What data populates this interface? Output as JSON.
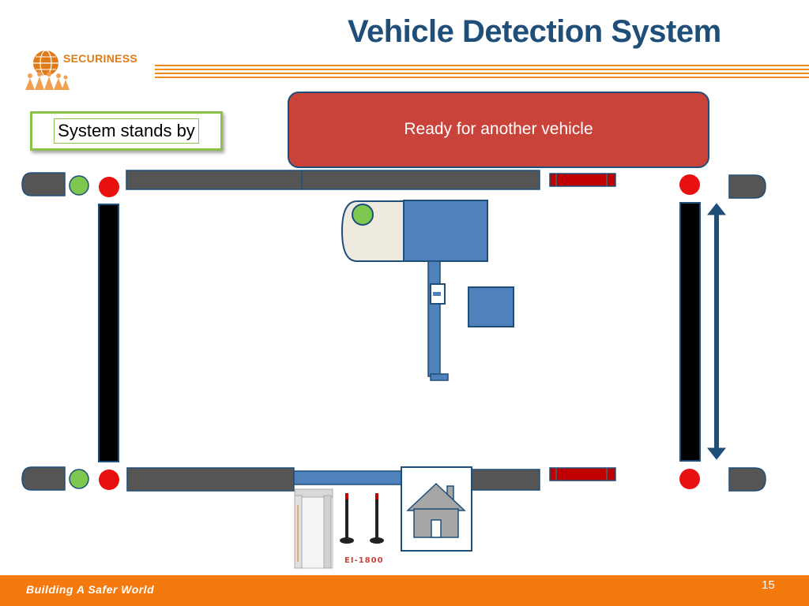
{
  "header": {
    "title": "Vehicle Detection System",
    "logo_text": "SECURINESS",
    "accent_color": "#f08a1c",
    "title_color": "#1f4e79"
  },
  "status": {
    "text": "System stands by",
    "border_color": "#8bc34a"
  },
  "message": {
    "text": "Ready for another vehicle",
    "color": "#c9433a"
  },
  "diagram": {
    "signal_lights": {
      "green": "#7ec850",
      "red": "#e8110f"
    },
    "barrier_color": "#555555",
    "vehicle_color": "#4f81bd",
    "control_room_icon": "house-icon",
    "scanner_model": "EI-1800"
  },
  "footer": {
    "slogan": "Building A Safer World",
    "page_number": "15",
    "color": "#f47a10"
  }
}
